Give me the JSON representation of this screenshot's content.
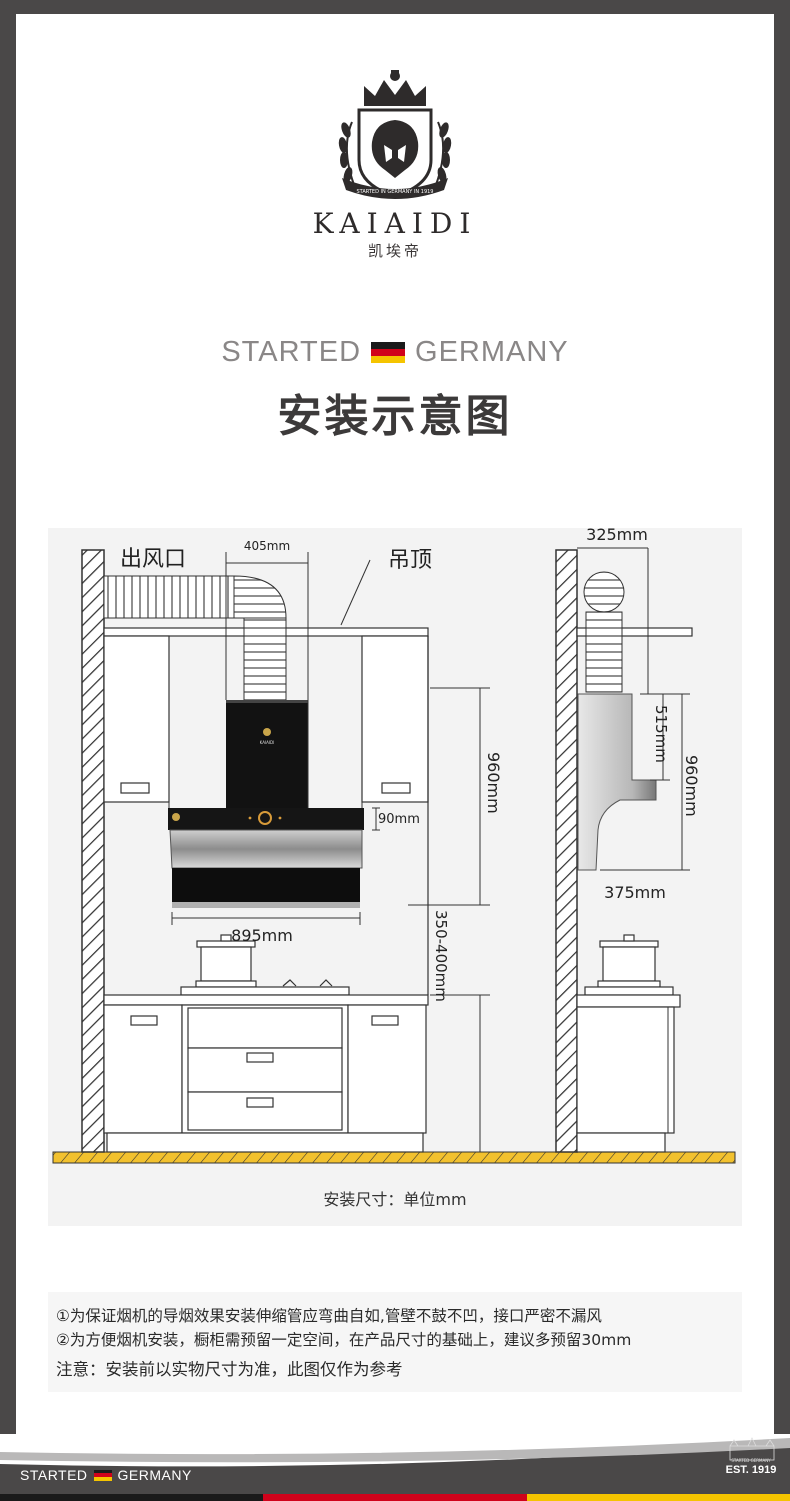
{
  "brand": {
    "wordmark": "KAIAIDI",
    "name_cn": "凯埃帝",
    "badge_ribbon_text": "STARTED IN GERMANY IN 1919"
  },
  "tagline": {
    "left": "STARTED",
    "right": "GERMANY"
  },
  "title": "安装示意图",
  "flag_colors": [
    "#1a1a1a",
    "#d0021b",
    "#f5c400"
  ],
  "diagram": {
    "front": {
      "outlet_label": "出风口",
      "ceiling_label": "吊顶",
      "duct_offset": "405mm",
      "hood_height": "960mm",
      "panel_height": "90mm",
      "hood_width": "895mm",
      "stove_gap": "350-400mm"
    },
    "side": {
      "duct_depth": "325mm",
      "body_height": "515mm",
      "hood_height": "960mm",
      "hood_depth": "375mm"
    },
    "hood_logo_text": "KAIAIDI"
  },
  "unit_note": "安装尺寸：单位mm",
  "notes": [
    "①为保证烟机的导烟效果安装伸缩管应弯曲自如,管壁不鼓不凹，接口严密不漏风",
    "②为方便烟机安装，橱柜需预留一定空间，在产品尺寸的基础上，建议多预留30mm",
    "注意：安装前以实物尺寸为准，此图仅作为参考"
  ],
  "footer": {
    "left": "STARTED",
    "right": "GERMANY",
    "est": "EST. 1919",
    "est_small": "STARTED GERMANY"
  }
}
